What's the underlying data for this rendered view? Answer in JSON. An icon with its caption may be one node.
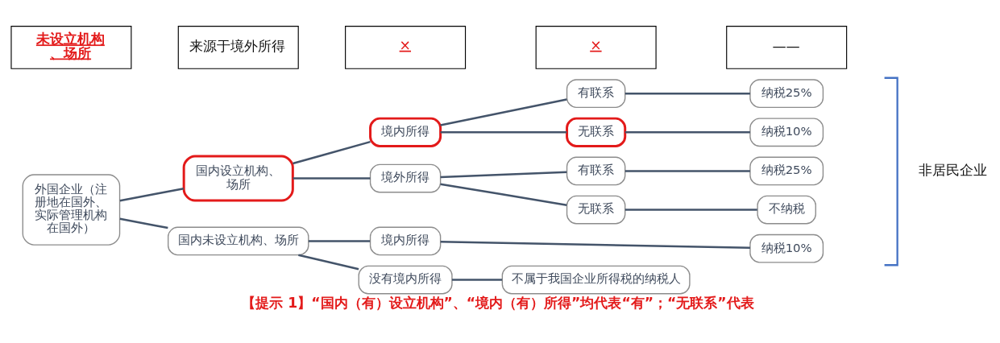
{
  "diagram": {
    "caption": "【提示 1】“国内（有）设立机构”、“境内（有）所得”均代表“有”；“无联系”代表",
    "nodes": [
      {
        "text": [
          "外国企业（注册地在国外、实际管理机构在国外）"
        ]
      },
      {
        "text": [
          "国内设立机构、场所"
        ]
      },
      {
        "text": [
          "境内所得"
        ]
      },
      {
        "text": [
          "有联系"
        ]
      },
      {
        "text": [
          "纳税25%"
        ]
      },
      {
        "text": [
          "无联系"
        ]
      },
      {
        "text": [
          "纳税10%"
        ]
      },
      {
        "text": [
          "境外所得"
        ]
      },
      {
        "text": [
          "有联系"
        ]
      },
      {
        "text": [
          "纳税25%"
        ]
      },
      {
        "text": [
          "无联系"
        ]
      },
      {
        "text": [
          "不纳税"
        ]
      },
      {
        "text": [
          "国内未设立机构、场所"
        ]
      },
      {
        "text": [
          "境内所得"
        ]
      },
      {
        "text": [
          "纳税10%"
        ]
      },
      {
        "text": [
          "没有境内所得"
        ]
      },
      {
        "text": [
          "不属于我国企业所得税的纳税人"
        ]
      }
    ],
    "edges": [
      {
        "from": 0,
        "to": 1,
        "arrow": "none"
      },
      {
        "from": 0,
        "to": 12,
        "arrow": "none"
      },
      {
        "from": 1,
        "to": 2,
        "arrow": "none"
      },
      {
        "from": 1,
        "to": 7,
        "arrow": "none"
      },
      {
        "from": 2,
        "to": 3,
        "arrow": "none"
      },
      {
        "from": 2,
        "to": 5,
        "arrow": "none"
      },
      {
        "from": 3,
        "to": 4,
        "arrow": "none"
      },
      {
        "from": 5,
        "to": 6,
        "arrow": "none"
      },
      {
        "from": 7,
        "to": 8,
        "arrow": "none"
      },
      {
        "from": 7,
        "to": 10,
        "arrow": "none"
      },
      {
        "from": 8,
        "to": 9,
        "arrow": "none"
      },
      {
        "from": 10,
        "to": 11,
        "arrow": "none"
      },
      {
        "from": 12,
        "to": 13,
        "arrow": "none"
      },
      {
        "from": 12,
        "to": 15,
        "arrow": "none"
      },
      {
        "from": 13,
        "to": 14,
        "arrow": "none"
      },
      {
        "from": 15,
        "to": 16,
        "arrow": "none"
      }
    ],
    "labels": [
      "未设立机构、场所",
      "来源于境外所得",
      "×",
      "×",
      "——",
      "非居民企业"
    ]
  }
}
